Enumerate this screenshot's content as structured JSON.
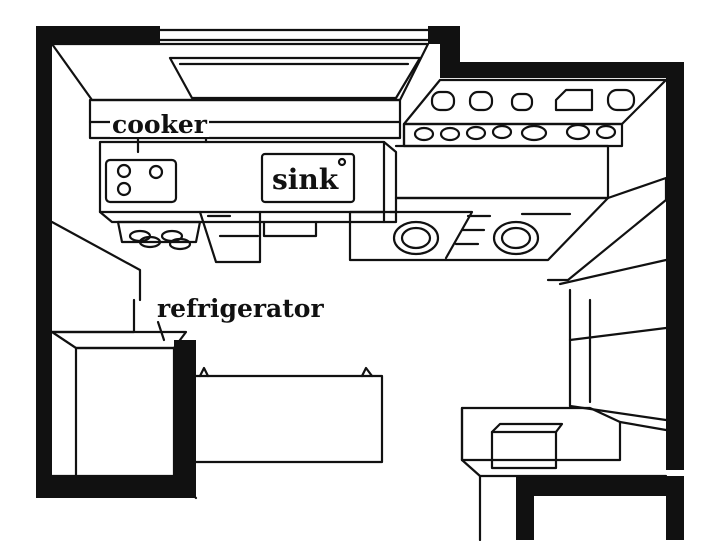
{
  "labels": {
    "cooker": "cooker",
    "sink": "sink",
    "refrigerator": "refrigerator"
  },
  "colors": {
    "line": "#111111",
    "wall": "#111111",
    "background": "#ffffff"
  }
}
